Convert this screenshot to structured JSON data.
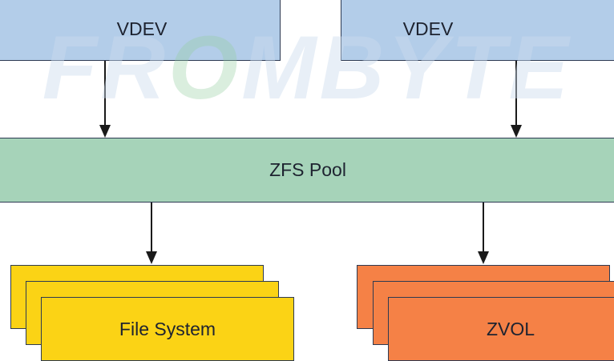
{
  "colors": {
    "vdev": "#b3cde9",
    "pool": "#a6d3b9",
    "file_system": "#fbd315",
    "zvol": "#f58146",
    "border": "#2d3a52",
    "arrow": "#1a1a1a"
  },
  "vdevs": [
    {
      "label": "VDEV"
    },
    {
      "label": "VDEV"
    }
  ],
  "pool": {
    "label": "ZFS Pool"
  },
  "datasets": [
    {
      "label": "File System"
    },
    {
      "label": "ZVOL"
    }
  ],
  "watermark": {
    "text_a": "FR",
    "text_o": "O",
    "text_b": "MBYTE"
  }
}
